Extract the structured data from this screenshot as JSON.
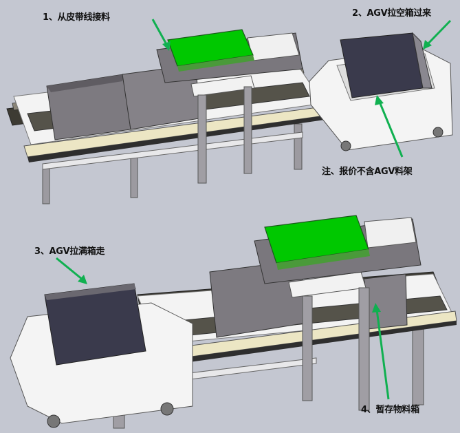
{
  "labels": {
    "step1": "1、从皮带线接料",
    "step2": "2、AGV拉空箱过来",
    "note": "注、报价不含AGV料架",
    "step3": "3、AGV拉满箱走",
    "step4": "4、暂存物料箱"
  },
  "colors": {
    "background": "#c4c7d1",
    "arrow": "#10b050",
    "belt_green": "#00c800",
    "box_gray": "#7d7a80",
    "box_dark": "#3a3a4c",
    "frame_white": "#f2f2f2",
    "rail_beige": "#ece6c4"
  }
}
